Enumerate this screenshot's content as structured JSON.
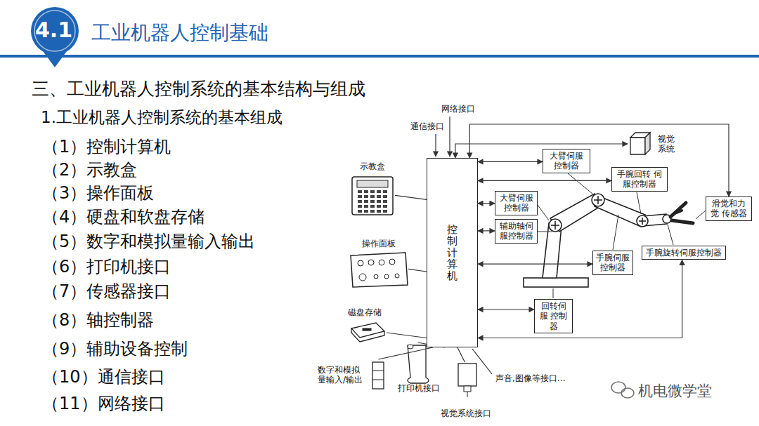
{
  "diagram": {
    "title": "工业机器人控制基础",
    "nodes": [
      {
        "text": [
          "控制计算机"
        ]
      },
      {
        "text": [
          "大臂伺服 控制器"
        ]
      },
      {
        "text": [
          "手腕回转 伺服控制器"
        ]
      },
      {
        "text": [
          "大臂伺服 控制器"
        ]
      },
      {
        "text": [
          "辅助轴伺 服控制器"
        ]
      },
      {
        "text": [
          "手腕伺服 控制器"
        ]
      },
      {
        "text": [
          "手腕旋转伺服控制器"
        ]
      },
      {
        "text": [
          "回转伺服 控制器"
        ]
      },
      {
        "text": [
          "滑觉和力觉 传感器"
        ]
      },
      {
        "text": [
          "视觉 系统"
        ]
      },
      {
        "text": [
          "示教盒"
        ]
      },
      {
        "text": [
          "操作面板"
        ]
      },
      {
        "text": [
          "磁盘存储"
        ]
      },
      {
        "text": [
          "数字和模拟 量输入/输出"
        ]
      },
      {
        "text": [
          "打印机接口"
        ]
      },
      {
        "text": [
          "视觉系统接口"
        ]
      }
    ],
    "edges": [
      {
        "from": 10,
        "to": 0,
        "arrow": "none"
      },
      {
        "from": 11,
        "to": 0,
        "arrow": "none"
      },
      {
        "from": 12,
        "to": 0,
        "arrow": "none"
      },
      {
        "from": 13,
        "to": 0,
        "arrow": "none"
      },
      {
        "from": 14,
        "to": 0,
        "arrow": "none"
      },
      {
        "from": 15,
        "to": 0,
        "arrow": "none"
      },
      {
        "from": 0,
        "to": 1,
        "arrow": "both"
      },
      {
        "from": 0,
        "to": 2,
        "arrow": "both"
      },
      {
        "from": 0,
        "to": 3,
        "arrow": "both"
      },
      {
        "from": 0,
        "to": 4,
        "arrow": "both"
      },
      {
        "from": 0,
        "to": 5,
        "arrow": "both"
      },
      {
        "from": 0,
        "to": 6,
        "arrow": "both"
      },
      {
        "from": 0,
        "to": 7,
        "arrow": "both"
      },
      {
        "from": 0,
        "to": 8,
        "arrow": "both"
      },
      {
        "from": 0,
        "to": 9,
        "arrow": "both"
      }
    ],
    "labels": [
      "4.1",
      "三、工业机器人控制系统的基本结构与组成",
      "1.工业机器人控制系统的基本组成",
      "（1）控制计算机",
      "（2）示教盒",
      "（3）操作面板",
      "（4）硬盘和软盘存储",
      "（5）数字和模拟量输入输出",
      "（6）打印机接口",
      "（7）传感器接口",
      "（8）轴控制器",
      "（9）辅助设备控制",
      "（10）通信接口",
      "（11）网络接口",
      "网络接口",
      "通信接口",
      "声音,图像等接口…",
      "机电微学堂"
    ]
  }
}
